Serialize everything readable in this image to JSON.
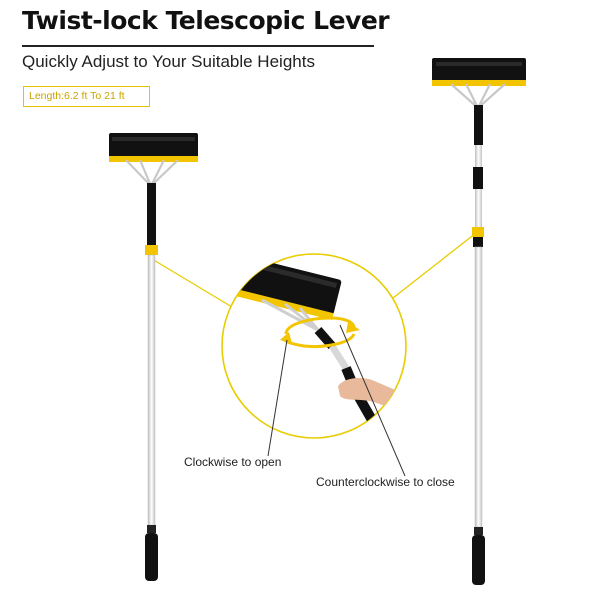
{
  "header": {
    "title": "Twist-lock Telescopic Lever",
    "subtitle": "Quickly Adjust to Your Suitable Heights"
  },
  "spec": {
    "length_label": "Length:6.2 ft To 21 ft"
  },
  "callouts": {
    "open_label": "Clockwise to open",
    "close_label": "Counterclockwise to close"
  },
  "colors": {
    "accent_yellow": "#f2c500",
    "rake_black": "#111111",
    "pole_silver": "#e6e6e6"
  }
}
